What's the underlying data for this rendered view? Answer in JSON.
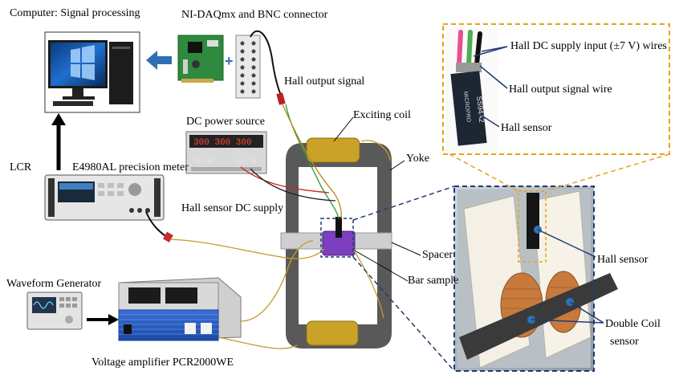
{
  "labels": {
    "computer": "Computer: Signal processing",
    "daq": "NI-DAQmx and BNC connector",
    "hall_output_signal": "Hall output signal",
    "exciting_coil": "Exciting coil",
    "dc_power_source": "DC power source",
    "yoke": "Yoke",
    "lcr_prefix": "LCR",
    "lcr_meter": "E4980AL precision meter",
    "hall_sensor_dc_supply": "Hall sensor DC supply",
    "spacer": "Spacer",
    "bar_sample": "Bar sample",
    "waveform_generator": "Waveform Generator",
    "voltage_amplifier": "Voltage amplifier PCR2000WE",
    "inset_supply_wires": "Hall DC supply input (±7 V) wires",
    "inset_output_wire": "Hall output signal wire",
    "inset_hall_sensor": "Hall sensor",
    "photo_hall_sensor": "Hall sensor",
    "double_coil_line1": "Double Coil",
    "double_coil_line2": "sensor"
  },
  "device_text": {
    "dc_display": "300 300 300",
    "sensor_chip": "SS94A2",
    "sensor_chip_brand": "MICROPRO"
  },
  "colors": {
    "arrow_blue": "#2f6fb5",
    "yoke_gray": "#595959",
    "coil_gold": "#c9a227",
    "dash_orange": "#e8a317",
    "dash_navy": "#1f3b73",
    "sample_purple": "#7b3fbf",
    "inset_wire_colors": [
      "#e8508f",
      "#4caf50",
      "#111111"
    ]
  }
}
